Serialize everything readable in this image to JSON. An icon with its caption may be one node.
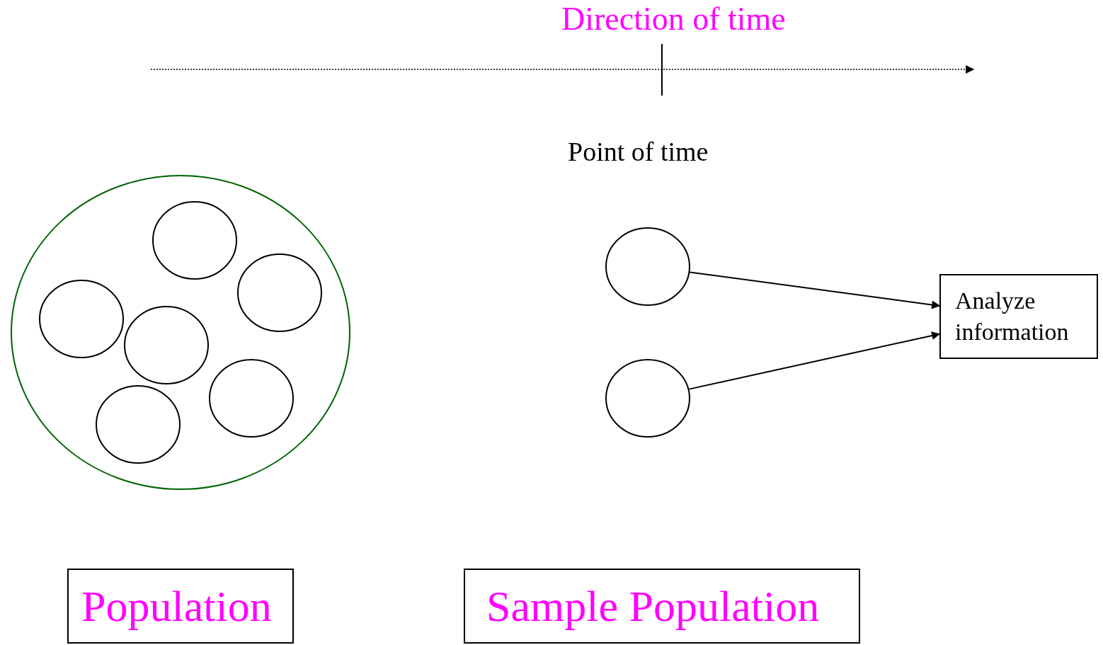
{
  "diagram": {
    "nodes": [
      {
        "text": [],
        "shape": "ellipse"
      },
      {
        "text": [],
        "shape": "circle",
        "in": 0
      },
      {
        "text": [],
        "shape": "circle",
        "in": 0
      },
      {
        "text": [],
        "shape": "circle",
        "in": 0
      },
      {
        "text": [],
        "shape": "circle",
        "in": 0
      },
      {
        "text": [],
        "shape": "circle",
        "in": 0
      },
      {
        "text": [],
        "shape": "circle",
        "in": 0
      },
      {
        "text": [],
        "shape": "circle"
      },
      {
        "text": [],
        "shape": "circle"
      },
      {
        "text": [
          "Analyze information"
        ]
      },
      {
        "text": [
          "Population"
        ]
      },
      {
        "text": [
          "Sample Population"
        ]
      }
    ],
    "edges": [
      {
        "from": 7,
        "to": 9,
        "arrow": "to"
      },
      {
        "from": 8,
        "to": 9,
        "arrow": "to"
      }
    ],
    "labels": [
      "Direction of time",
      "Point of time"
    ]
  }
}
